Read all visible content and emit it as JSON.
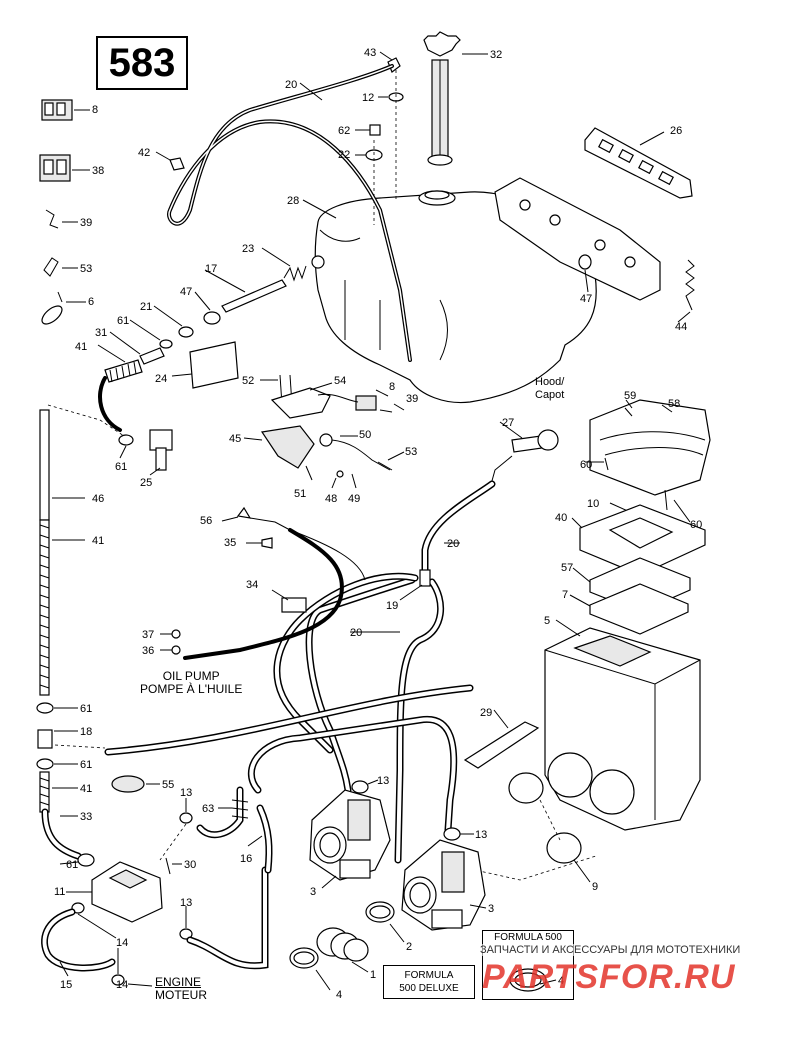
{
  "page_number": "583",
  "labels": {
    "oil_pump_en": "OIL PUMP",
    "oil_pump_fr": "POMPE À L'HUILE",
    "engine_en": "ENGINE",
    "engine_fr": "MOTEUR",
    "hood_en": "Hood/",
    "hood_fr": "Capot",
    "formula_500": "FORMULA 500",
    "formula_500_deluxe_1": "FORMULA",
    "formula_500_deluxe_2": "500 DELUXE"
  },
  "watermark": {
    "tagline": "ЗАПЧАСТИ И АКСЕССУАРЫ ДЛЯ МОТОТЕХНИКИ",
    "brand": "PARTSFOR.RU",
    "color": "#e3342b"
  },
  "part_numbers": [
    "1",
    "2",
    "3",
    "3",
    "4",
    "4",
    "5",
    "6",
    "7",
    "8",
    "8",
    "9",
    "10",
    "11",
    "12",
    "13",
    "13",
    "13",
    "13",
    "14",
    "14",
    "15",
    "16",
    "17",
    "18",
    "19",
    "20",
    "20",
    "20",
    "21",
    "22",
    "23",
    "24",
    "25",
    "26",
    "27",
    "28",
    "29",
    "30",
    "31",
    "32",
    "33",
    "34",
    "35",
    "36",
    "37",
    "38",
    "39",
    "39",
    "40",
    "41",
    "41",
    "41",
    "42",
    "43",
    "44",
    "45",
    "46",
    "47",
    "47",
    "48",
    "49",
    "50",
    "51",
    "52",
    "53",
    "53",
    "54",
    "55",
    "56",
    "57",
    "58",
    "59",
    "60",
    "60",
    "61",
    "61",
    "61",
    "61",
    "61",
    "62",
    "63"
  ]
}
